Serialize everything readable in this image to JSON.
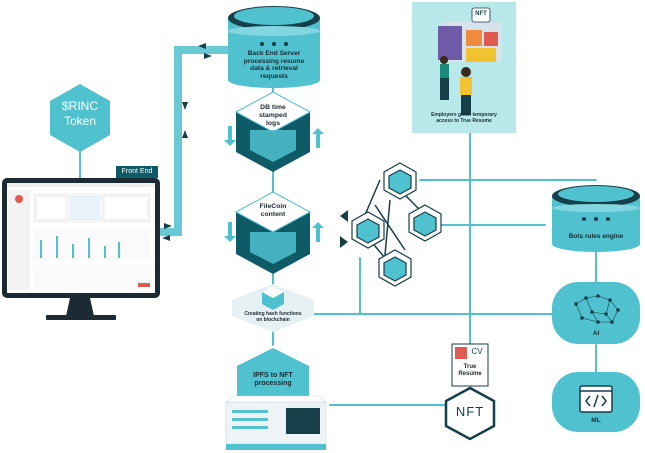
{
  "colors": {
    "teal": "#4fc1cf",
    "teal_dark": "#0e5a66",
    "teal_light": "#b9e8ea",
    "navy": "#163f4a"
  },
  "token": {
    "line1": "$RINC",
    "line2": "Token"
  },
  "front_end": {
    "label": "Front End"
  },
  "backend": {
    "line1": "Back End Server",
    "line2": "processing resume",
    "line3": "data & retrieval",
    "line4": "requests"
  },
  "db_logs": {
    "line1": "DB time",
    "line2": "stamped",
    "line3": "logs"
  },
  "filecoin": {
    "line1": "FileCoin",
    "line2": "content"
  },
  "hash": {
    "line1": "Creating hash functions",
    "line2": "on blockchain"
  },
  "ipfs": {
    "line1": "IPFS to NFT",
    "line2": "processing"
  },
  "employers": {
    "line1": "Employers given temporary",
    "line2": "access to True Resume",
    "nft_badge": "NFT"
  },
  "true_resume": {
    "cv": "CV",
    "line1": "True",
    "line2": "Resume",
    "nft": "NFT"
  },
  "bots": {
    "label": "Bots rules engine"
  },
  "ai": {
    "label": "AI"
  },
  "ml": {
    "label": "ML",
    "icon": "code-icon"
  }
}
